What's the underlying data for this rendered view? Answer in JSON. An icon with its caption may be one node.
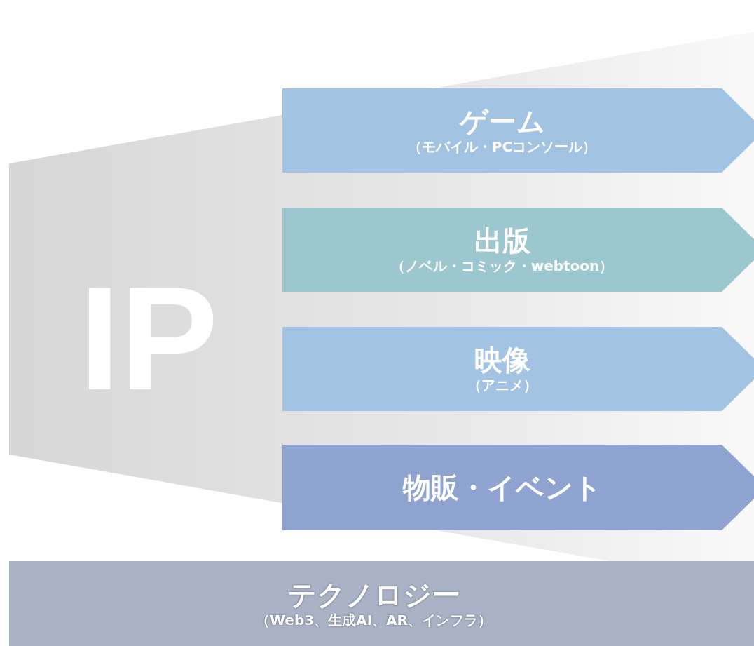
{
  "diagram": {
    "nodes": [
      {
        "text": [
          "IP"
        ]
      },
      {
        "text": [
          "ゲーム",
          "（モバイル・PCコンソール）"
        ],
        "in": 0
      },
      {
        "text": [
          "出版",
          "（ノベル・コミック・webtoon）"
        ],
        "in": 0
      },
      {
        "text": [
          "映像",
          "（アニメ）"
        ],
        "in": 0
      },
      {
        "text": [
          "物販・イベント"
        ],
        "in": 0
      },
      {
        "text": [
          "テクノロジー",
          "（Web3、生成AI、AR、インフラ）"
        ]
      }
    ]
  }
}
